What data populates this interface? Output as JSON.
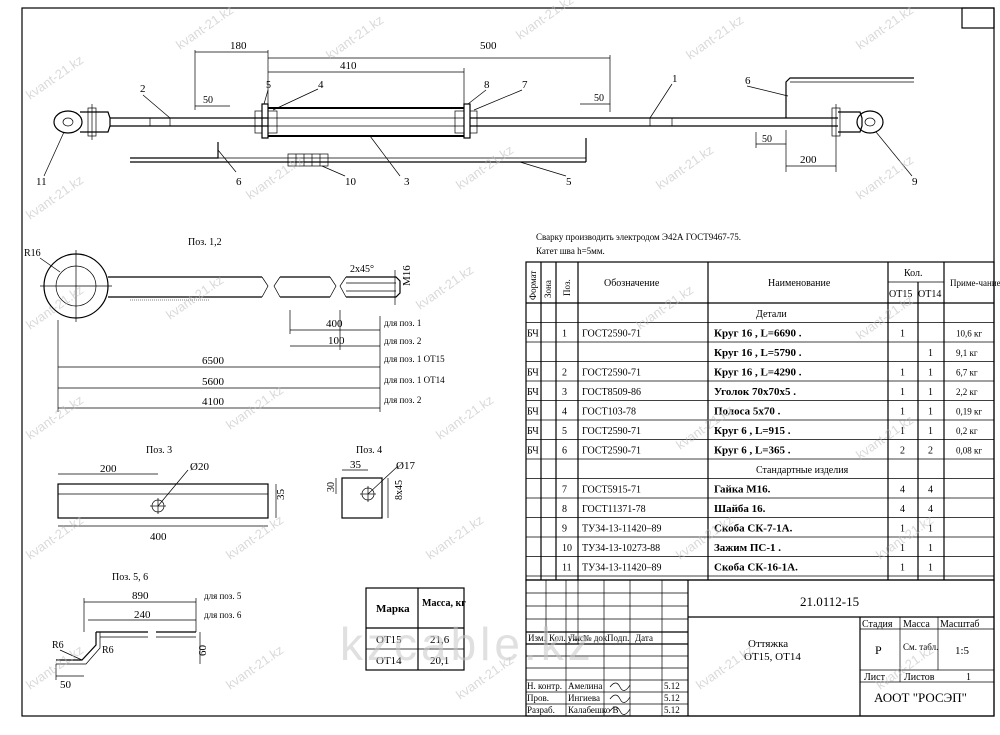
{
  "drawing": {
    "dims_top": {
      "d180": "180",
      "d500": "500",
      "d410": "410",
      "d50a": "50",
      "d50b": "50",
      "d50c": "50",
      "d200": "200"
    },
    "callouts": [
      "1",
      "2",
      "3",
      "4",
      "5",
      "6",
      "7",
      "8",
      "9",
      "10",
      "11",
      "5",
      "6"
    ],
    "pos12": {
      "title": "Поз. 1,2",
      "radius": "R16",
      "chamfer": "2x45°",
      "thread": "M16",
      "rows": [
        {
          "value": "400",
          "note": "для поз. 1"
        },
        {
          "value": "100",
          "note": "для поз. 2"
        },
        {
          "value": "6500",
          "note": "для поз. 1 ОТ15"
        },
        {
          "value": "5600",
          "note": "для поз. 1 ОТ14"
        },
        {
          "value": "4100",
          "note": "для поз. 2"
        }
      ]
    },
    "pos3": {
      "title": "Поз. 3",
      "len": "200",
      "hole": "Ø20",
      "height": "35",
      "total": "400"
    },
    "pos4": {
      "title": "Поз. 4",
      "w": "35",
      "hole": "Ø17",
      "h": "30",
      "side": "8x45"
    },
    "pos56": {
      "title": "Поз. 5, 6",
      "rows": [
        {
          "value": "890",
          "note": "для поз. 5"
        },
        {
          "value": "240",
          "note": "для поз. 6"
        }
      ],
      "r1": "R6",
      "r2": "R6",
      "foot": "50",
      "height": "60"
    }
  },
  "mass_table": {
    "headers": [
      "Марка",
      "Масса, кг"
    ],
    "rows": [
      [
        "ОТ15",
        "21,6"
      ],
      [
        "ОТ14",
        "20,1"
      ]
    ]
  },
  "notes": [
    "Сварку производить электродом Э42А ГОСТ9467-75.",
    "Катет шва h=5мм."
  ],
  "spec": {
    "headers": {
      "format": "Формат",
      "zone": "Зона",
      "pos": "Поз.",
      "designation": "Обозначение",
      "name": "Наименование",
      "qty": "Кол.",
      "qty1": "ОТ15",
      "qty2": "ОТ14",
      "note": "Приме-чание"
    },
    "sections": {
      "details": "Детали",
      "standard": "Стандартные изделия"
    },
    "details": [
      {
        "fmt": "БЧ",
        "pos": "1",
        "des": "ГОСТ2590-71",
        "name": "Круг 16 , L=6690 .",
        "q1": "1",
        "q2": "",
        "note": "10,6 кг"
      },
      {
        "fmt": "",
        "pos": "",
        "des": "",
        "name": "Круг 16 , L=5790 .",
        "q1": "",
        "q2": "1",
        "note": "9,1 кг"
      },
      {
        "fmt": "БЧ",
        "pos": "2",
        "des": "ГОСТ2590-71",
        "name": "Круг 16 , L=4290 .",
        "q1": "1",
        "q2": "1",
        "note": "6,7 кг"
      },
      {
        "fmt": "БЧ",
        "pos": "3",
        "des": "ГОСТ8509-86",
        "name": "Уголок 70х70х5 .",
        "q1": "1",
        "q2": "1",
        "note": "2,2 кг"
      },
      {
        "fmt": "БЧ",
        "pos": "4",
        "des": "ГОСТ103-78",
        "name": "Полоса 5х70 .",
        "q1": "1",
        "q2": "1",
        "note": "0,19 кг"
      },
      {
        "fmt": "БЧ",
        "pos": "5",
        "des": "ГОСТ2590-71",
        "name": "Круг 6 , L=915 .",
        "q1": "1",
        "q2": "1",
        "note": "0,2 кг"
      },
      {
        "fmt": "БЧ",
        "pos": "6",
        "des": "ГОСТ2590-71",
        "name": "Круг 6 , L=365 .",
        "q1": "2",
        "q2": "2",
        "note": "0,08 кг"
      }
    ],
    "standard": [
      {
        "pos": "7",
        "des": "ГОСТ5915-71",
        "name": "Гайка М16.",
        "q1": "4",
        "q2": "4"
      },
      {
        "pos": "8",
        "des": "ГОСТ11371-78",
        "name": "Шайба 16.",
        "q1": "4",
        "q2": "4"
      },
      {
        "pos": "9",
        "des": "ТУ34-13-11420–89",
        "name": "Скоба СК-7-1А.",
        "q1": "1",
        "q2": "1"
      },
      {
        "pos": "10",
        "des": "ТУ34-13-10273-88",
        "name": "Зажим ПС-1 .",
        "q1": "1",
        "q2": "1"
      },
      {
        "pos": "11",
        "des": "ТУ34-13-11420–89",
        "name": "Скоба СК-16-1А.",
        "q1": "1",
        "q2": "1"
      }
    ]
  },
  "title_block": {
    "code": "21.0112-15",
    "title_line1": "Оттяжка",
    "title_line2": "ОТ15, ОТ14",
    "stage_label": "Стадия",
    "mass_label": "Масса",
    "scale_label": "Масштаб",
    "stage": "Р",
    "mass": "См. табл.",
    "scale": "1:5",
    "sheet_label": "Лист",
    "sheets_label": "Листов",
    "sheets": "1",
    "company": "АООТ \"РОСЭП\"",
    "rev_headers": [
      "Изм.",
      "Кол. уч",
      "Лист",
      "№ док.",
      "Подп.",
      "Дата"
    ],
    "people": [
      {
        "role": "Н. контр.",
        "name": "Амелина",
        "date": "5.12"
      },
      {
        "role": "Пров.",
        "name": "Ингиева",
        "date": "5.12"
      },
      {
        "role": "Разраб.",
        "name": "Калабешко В",
        "date": "5.12"
      }
    ]
  },
  "watermarks": {
    "small": "kvant-21.kz",
    "big": "kzcable.kz"
  }
}
